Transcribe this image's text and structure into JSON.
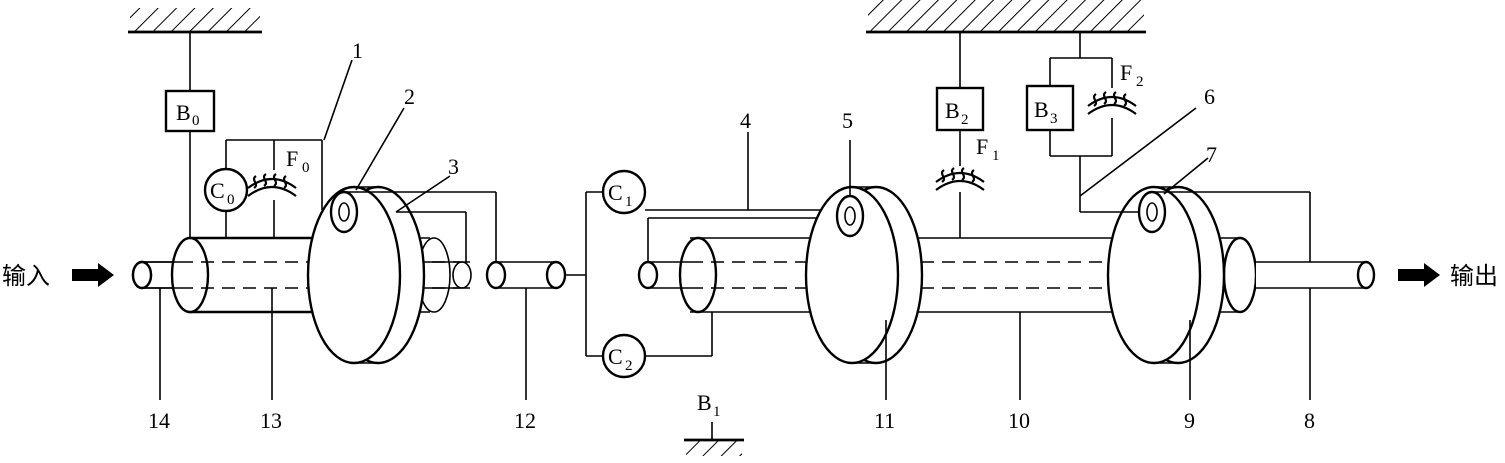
{
  "io": {
    "input": "输入",
    "output": "输出"
  },
  "elements": {
    "B0": {
      "letter": "B",
      "sub": "0"
    },
    "B1": {
      "letter": "B",
      "sub": "1"
    },
    "B2": {
      "letter": "B",
      "sub": "2"
    },
    "B3": {
      "letter": "B",
      "sub": "3"
    },
    "C0": {
      "letter": "C",
      "sub": "0"
    },
    "C1": {
      "letter": "C",
      "sub": "1"
    },
    "C2": {
      "letter": "C",
      "sub": "2"
    },
    "F0": {
      "letter": "F",
      "sub": "0"
    },
    "F1": {
      "letter": "F",
      "sub": "1"
    },
    "F2": {
      "letter": "F",
      "sub": "2"
    }
  },
  "part_numbers": [
    "1",
    "2",
    "3",
    "4",
    "5",
    "6",
    "7",
    "8",
    "9",
    "10",
    "11",
    "12",
    "13",
    "14"
  ]
}
